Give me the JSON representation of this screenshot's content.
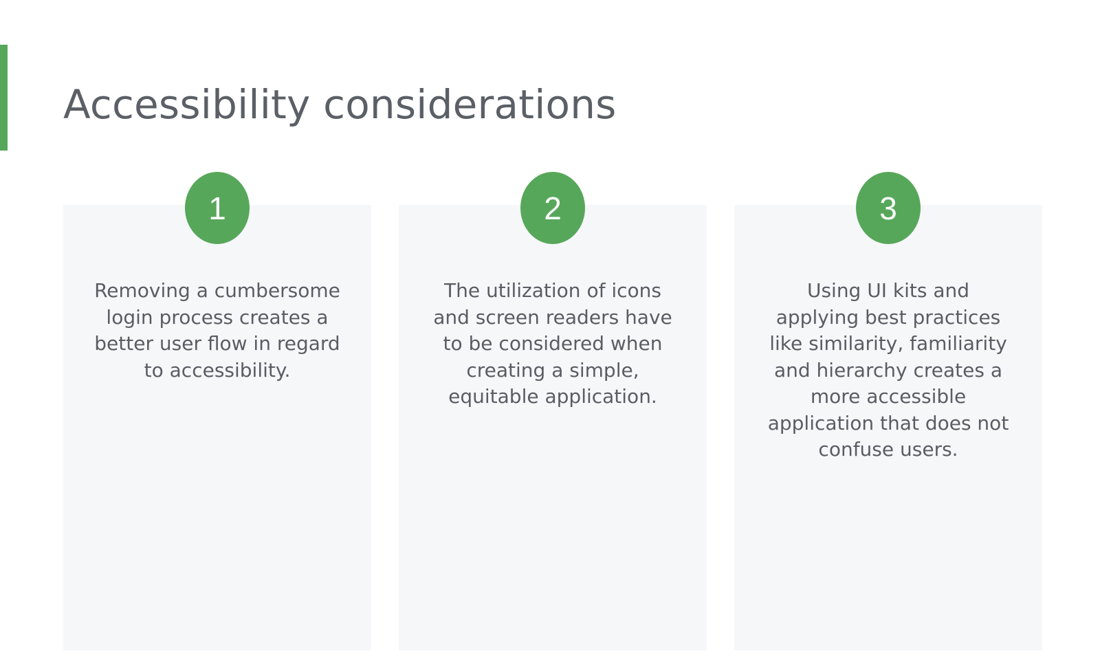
{
  "page": {
    "title": "Accessibility considerations"
  },
  "colors": {
    "accent": "#57a75b",
    "title_text": "#5b5f66",
    "body_text": "#595d63",
    "card_background": "#f6f7f9",
    "page_background": "#ffffff"
  },
  "cards": [
    {
      "number": "1",
      "text": "Removing a cumbersome login process creates a better user flow in regard to accessibility."
    },
    {
      "number": "2",
      "text": "The utilization of icons and screen readers have to be considered when creating a simple, equitable application."
    },
    {
      "number": "3",
      "text": "Using UI kits and applying best practices like similarity, familiarity and hierarchy creates a more accessible application that does not confuse users."
    }
  ]
}
